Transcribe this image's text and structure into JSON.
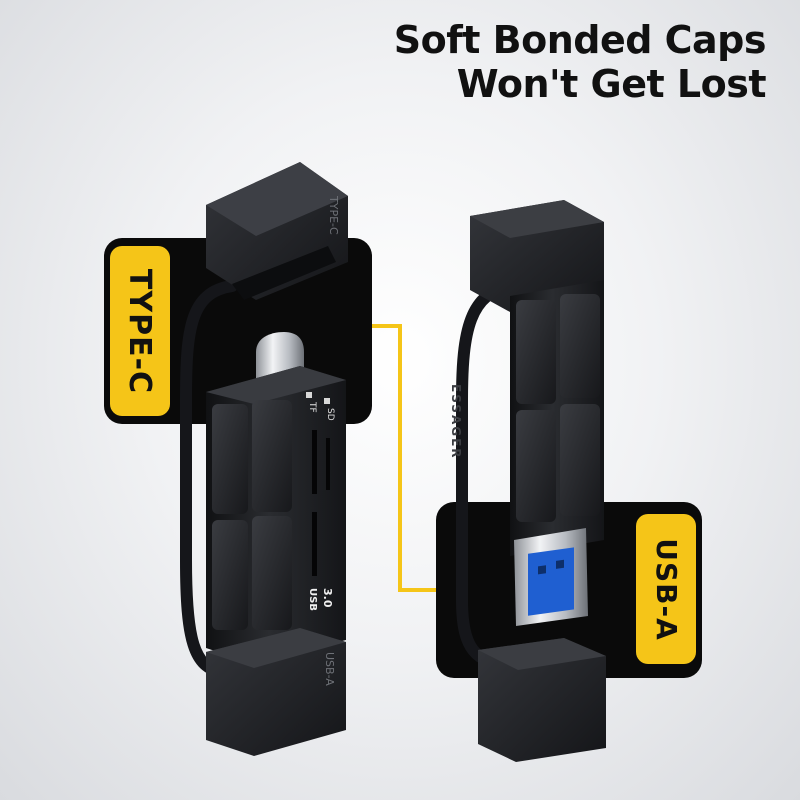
{
  "headline": {
    "line1": "Soft Bonded Caps",
    "line2": "Won't Get Lost"
  },
  "callouts": {
    "left": "TYPE-C",
    "right": "USB-A"
  },
  "device_left": {
    "cap_top_text": "TYPE-C",
    "slot_tf": "TF",
    "slot_sd": "SD",
    "usb_line1": "USB",
    "usb_line2": "3.0",
    "cap_bottom_text": "USB-A"
  },
  "device_right": {
    "brand": "ESSAGER"
  },
  "colors": {
    "accent_yellow": "#f5c518",
    "panel_black": "#0a0a0a",
    "device_black": "#1e1f22",
    "usb_blue": "#1f5fd1",
    "metal": "#c9ccd1"
  }
}
